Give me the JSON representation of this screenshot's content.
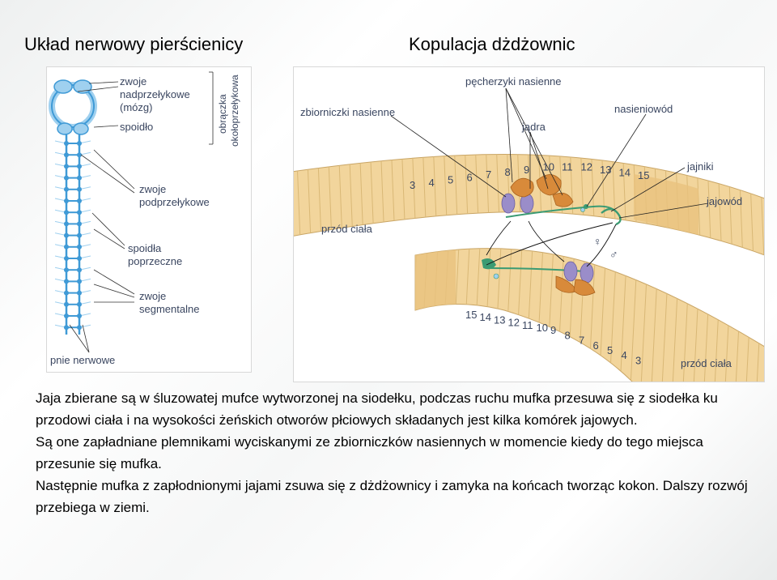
{
  "titles": {
    "left": "Układ nerwowy pierścienicy",
    "right": "Kopulacja dżdżownic"
  },
  "nervous_figure": {
    "labels": {
      "zwoje_nad_1": "zwoje",
      "zwoje_nad_2": "nadprzełykowe",
      "zwoje_nad_3": "(mózg)",
      "spoidlo": "spoidło",
      "obraczka_1": "obrączka",
      "obraczka_2": "okołoprzełykowa",
      "zwoje_pod_1": "zwoje",
      "zwoje_pod_2": "podprzełykowe",
      "spoidla_1": "spoidła",
      "spoidla_2": "poprzeczne",
      "zwoje_seg_1": "zwoje",
      "zwoje_seg_2": "segmentalne",
      "pnie": "pnie nerwowe"
    }
  },
  "copulation_figure": {
    "labels": {
      "pecherzyki": "pęcherzyki nasienne",
      "zbiorniczki": "zbiorniczki nasienne",
      "nasieniowod": "nasieniowód",
      "jadra": "jądra",
      "jajniki": "jajniki",
      "jajowod": "jajowód",
      "przod_top": "przód ciała",
      "przod_bottom": "przód ciała",
      "female_symbol": "♀",
      "male_symbol": "♂"
    },
    "top_segment_numbers": [
      "3",
      "4",
      "5",
      "6",
      "7",
      "8",
      "9",
      "10",
      "11",
      "12",
      "13",
      "14",
      "15"
    ],
    "bottom_segment_numbers": [
      "15",
      "14",
      "13",
      "12",
      "11",
      "10",
      "9",
      "8",
      "7",
      "6",
      "5",
      "4",
      "3"
    ]
  },
  "body_text": {
    "p1": "Jaja zbierane są w śluzowatej mufce wytworzonej na siodełku, podczas ruchu mufka przesuwa się z siodełka ku przodowi ciała i na wysokości żeńskich otworów płciowych składanych jest kilka komórek jajowych.",
    "p2": "Są one zapładniane plemnikami wyciskanymi ze zbiorniczków nasiennych w momencie kiedy do tego miejsca przesunie się mufka.",
    "p3": "Następnie mufka z zapłodnionymi jajami zsuwa się z dżdżownicy i zamyka na końcach tworząc kokon. Dalszy rozwój przebiega w ziemi."
  },
  "colors": {
    "text": "#000000",
    "nerve_blue": "#3f9ad6",
    "nerve_light": "#9fd0ef",
    "worm_fill": "#f2d59c",
    "worm_stripe": "#d9b876",
    "gonad_orange": "#d88a3a",
    "seminal_purple": "#9a8dc9",
    "duct_green": "#3b9b73",
    "label_color": "#3a4660"
  }
}
